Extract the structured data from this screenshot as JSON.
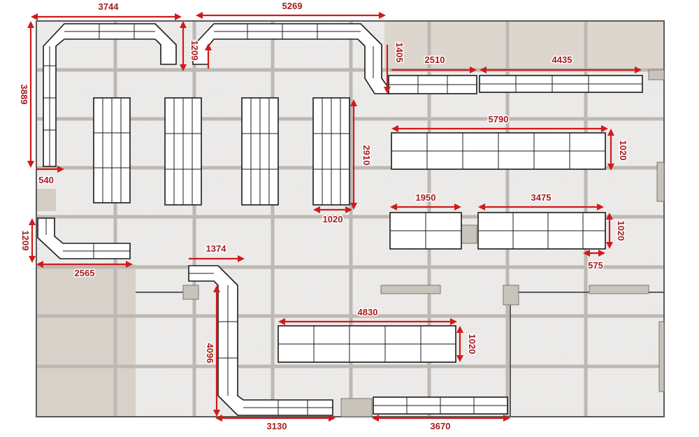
{
  "colors": {
    "dimension": "#d11a1a",
    "dimension_text": "#a51c1c",
    "shelf_fill": "#ffffff",
    "shelf_stroke": "#1b1b1b",
    "floor": "#ecebea",
    "tile_joint": "#bdb9b2",
    "back_floor": "#d7d1c9",
    "pillar": "#c9c4bb"
  },
  "dimensions": {
    "d3744": "3744",
    "d5269": "5269",
    "d1209_top": "1209",
    "d3889": "3889",
    "d1405": "1405",
    "d2510": "2510",
    "d4435": "4435",
    "d5790": "5790",
    "d1020_a": "1020",
    "d2910": "2910",
    "d540": "540",
    "d1020_b": "1020",
    "d1950": "1950",
    "d3475": "3475",
    "d1020_c": "1020",
    "d575": "575",
    "d1209_left": "1209",
    "d2565": "2565",
    "d1374": "1374",
    "d4830": "4830",
    "d1020_d": "1020",
    "d4096": "4096",
    "d3130": "3130",
    "d3670": "3670"
  }
}
